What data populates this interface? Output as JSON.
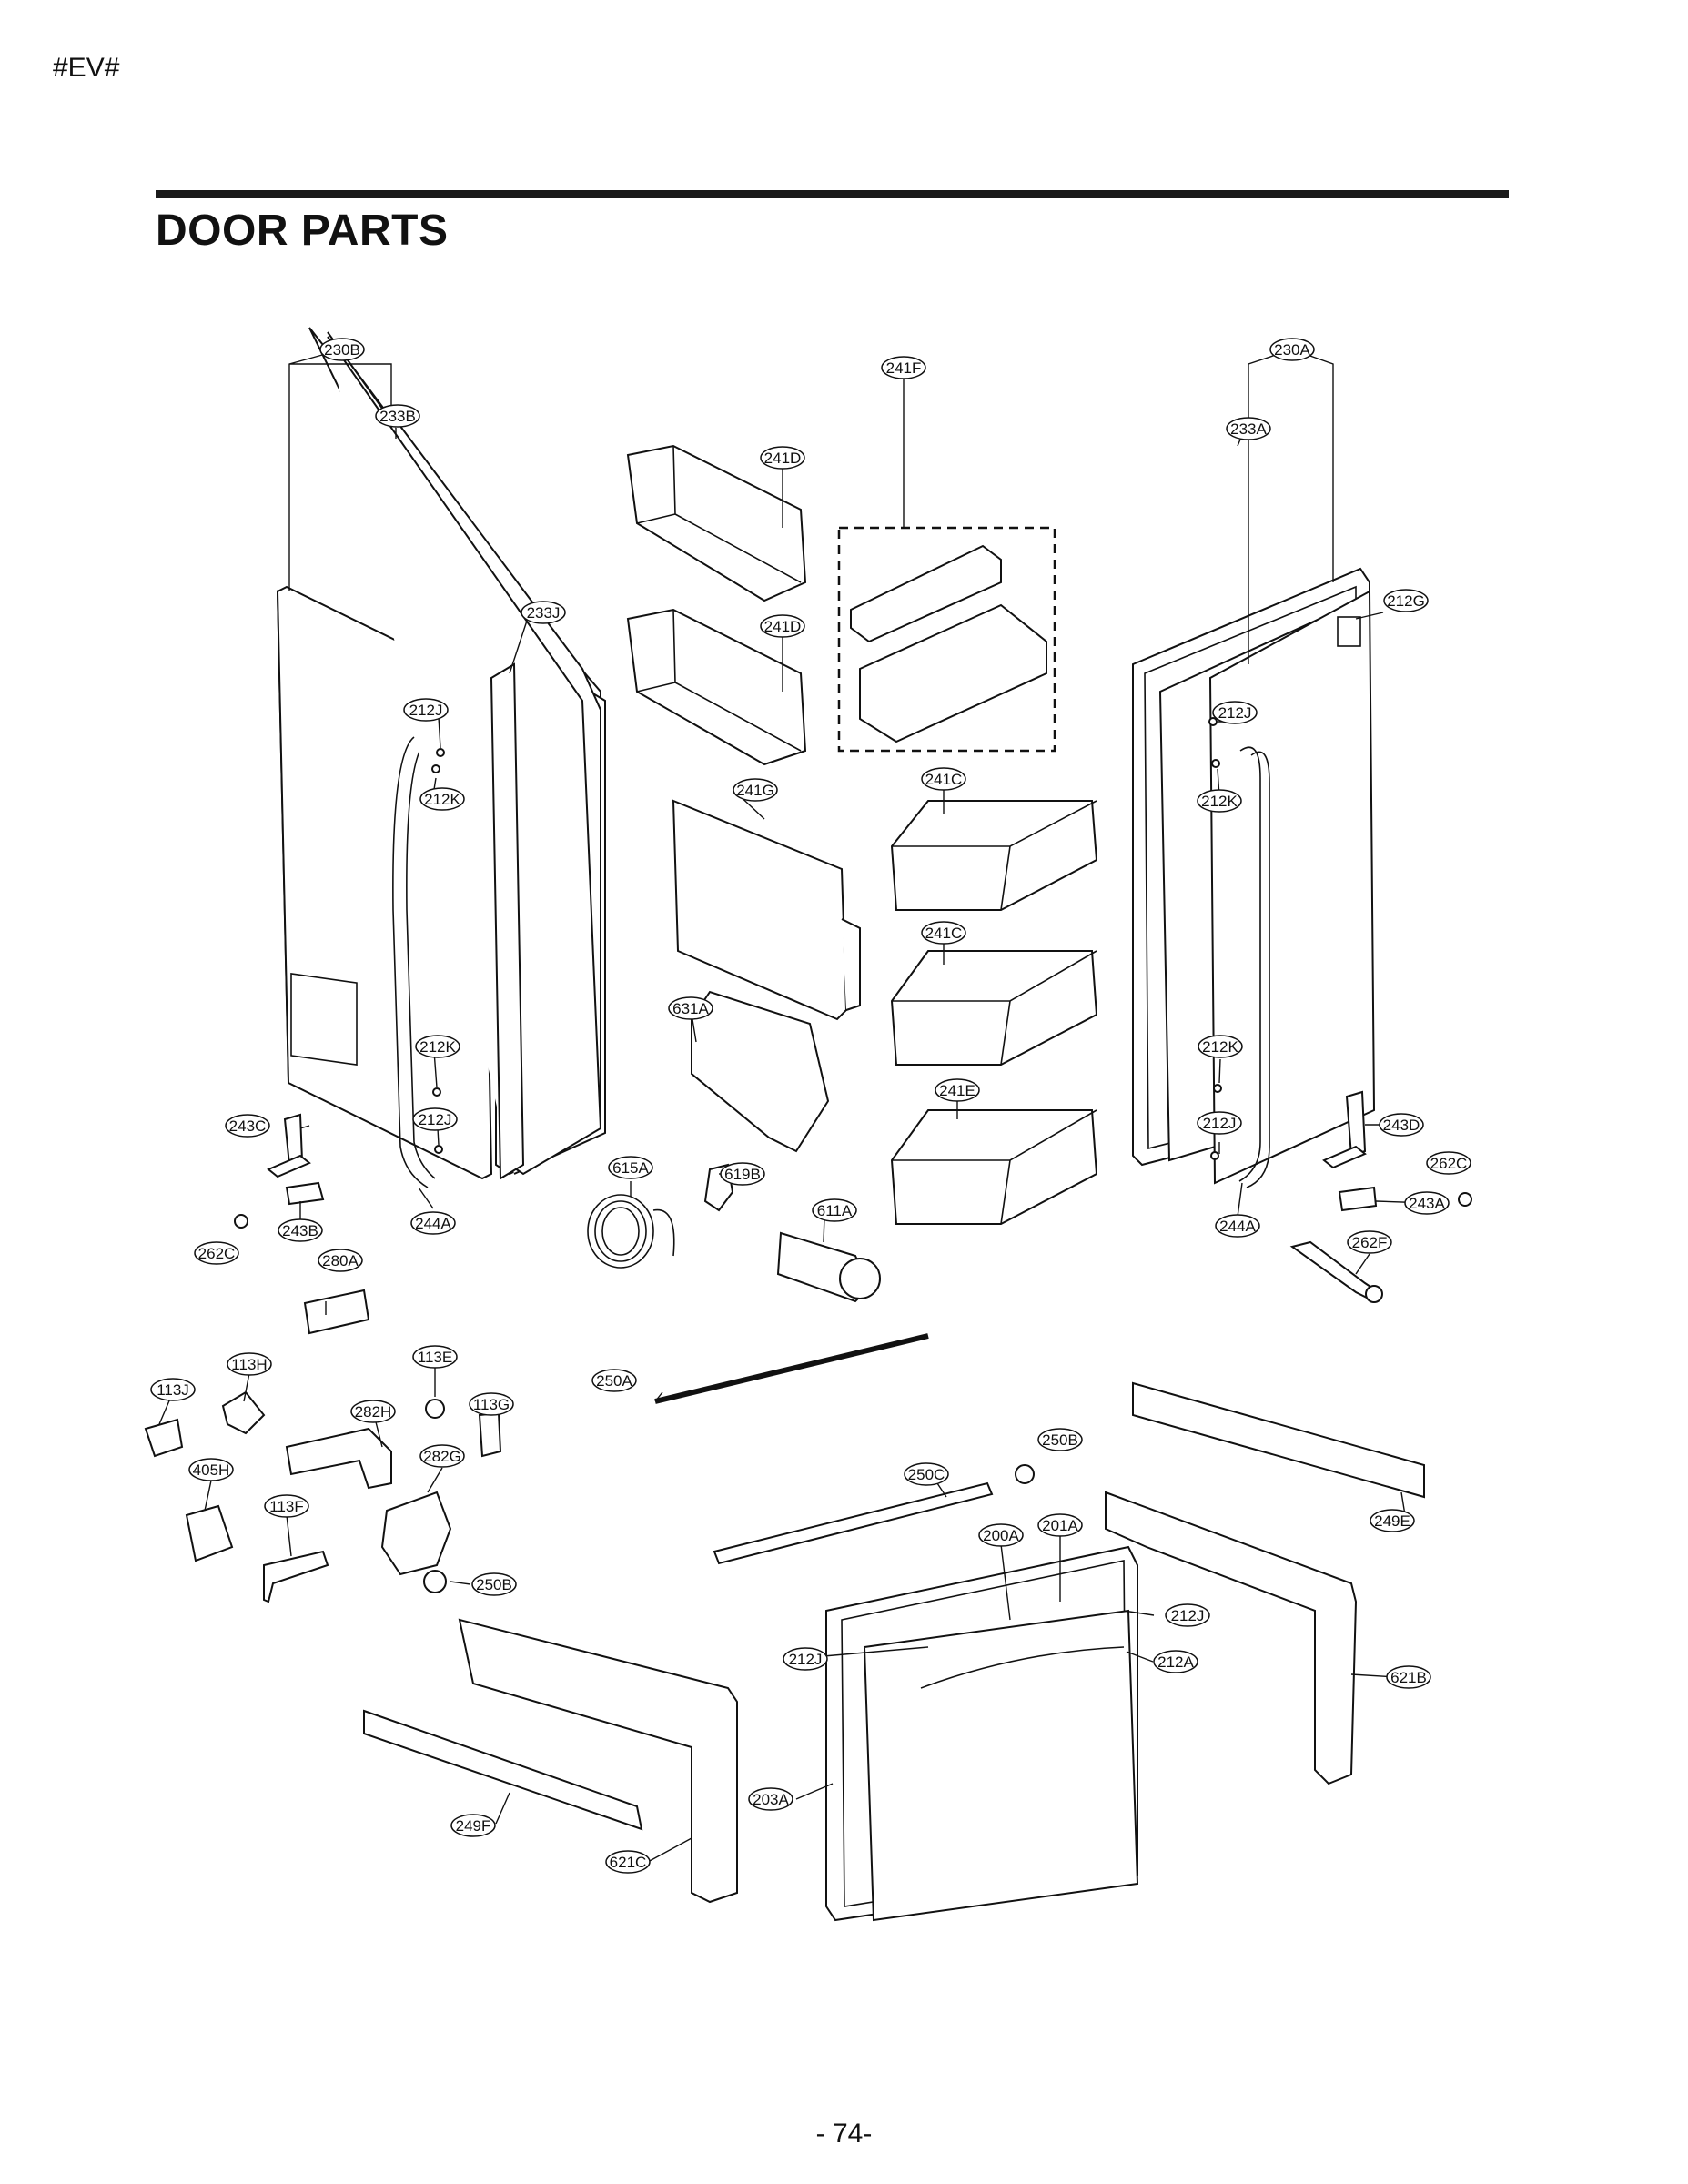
{
  "header": {
    "code": "#EV#",
    "title": "DOOR PARTS"
  },
  "footer": {
    "page_number": "- 74-"
  },
  "part_labels": [
    "230B",
    "233B",
    "233J",
    "212J",
    "212K",
    "212K",
    "212J",
    "243C",
    "243B",
    "244A",
    "262C",
    "241D",
    "241D",
    "241F",
    "241G",
    "241C",
    "241C",
    "241E",
    "631A",
    "615A",
    "619B",
    "611A",
    "230A",
    "233A",
    "212G",
    "212J",
    "212K",
    "212K",
    "212J",
    "243D",
    "262C",
    "243A",
    "244A",
    "262F",
    "280A",
    "113H",
    "113J",
    "113E",
    "113G",
    "282H",
    "282G",
    "405H",
    "113F",
    "250B",
    "250A",
    "250C",
    "250B",
    "249E",
    "200A",
    "201A",
    "212J",
    "212J",
    "212A",
    "621B",
    "249F",
    "621C",
    "203A"
  ]
}
